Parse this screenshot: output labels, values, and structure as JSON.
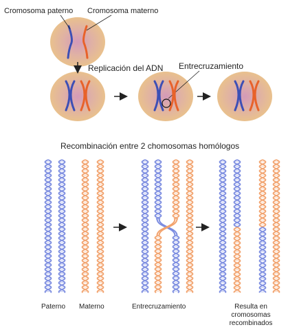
{
  "top": {
    "label_paterno": "Cromosoma paterno",
    "label_materno": "Cromosoma materno",
    "label_replicacion": "Replicación del ADN",
    "label_entrecruzamiento": "Entrecruzamiento"
  },
  "bottom": {
    "title": "Recombinación entre 2  chomosomas homólogos",
    "caption_paterno": "Paterno",
    "caption_materno": "Materno",
    "caption_entrecruzamiento": "Entrecruzamiento",
    "caption_resulta_1": "Resulta en",
    "caption_resulta_2": "cromosomas",
    "caption_resulta_3": "recombinados"
  },
  "colors": {
    "cell_fill": "#e9c38a",
    "cell_center": "#d8a3b4",
    "paternal_blue": "#3d4fb5",
    "maternal_orange": "#e8622a",
    "helix_blue": "#7b8ce0",
    "helix_orange": "#f2a36e"
  }
}
